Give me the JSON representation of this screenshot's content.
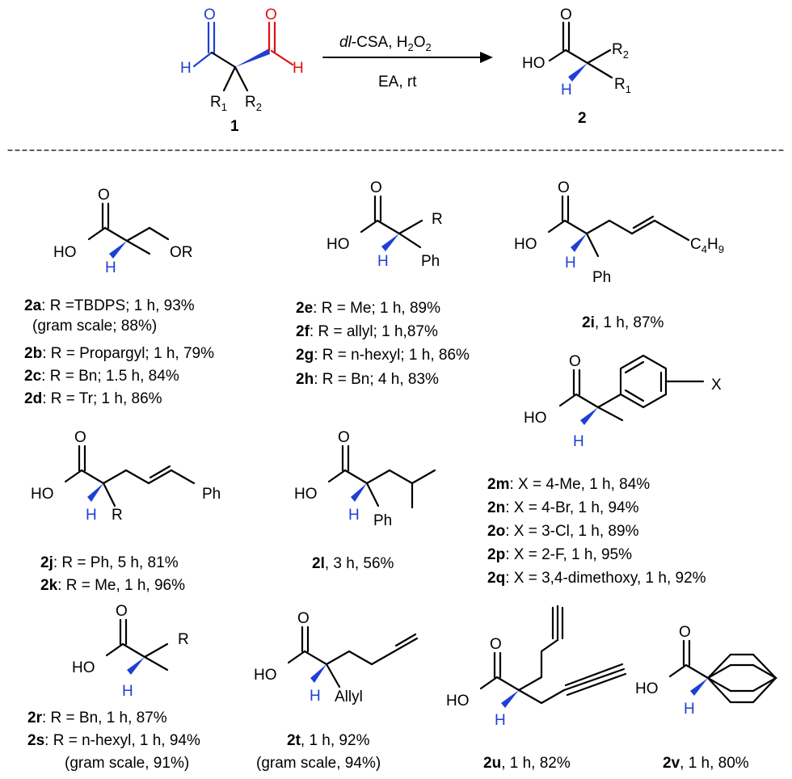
{
  "colors": {
    "black": "#000000",
    "blue": "#1f3fd6",
    "red": "#e01010"
  },
  "scheme": {
    "reagents_top_italic": "dl",
    "reagents_top_rest": "-CSA, H",
    "reagents_top_sub": "2",
    "reagents_top_o": "O",
    "reagents_top_sub2": "2",
    "reagents_bottom": "EA, rt",
    "sm": {
      "O1": "O",
      "O2": "O",
      "H1": "H",
      "H2": "H",
      "R1": "R",
      "R1s": "1",
      "R2": "R",
      "R2s": "2",
      "num": "1"
    },
    "pr": {
      "O": "O",
      "HO": "HO",
      "H": "H",
      "R2": "R",
      "R2s": "2",
      "R1": "R",
      "R1s": "1",
      "num": "2"
    }
  },
  "labels": {
    "O": "O",
    "HO": "HO",
    "H": "H",
    "Ph": "Ph",
    "R": "R",
    "OR": "OR",
    "X": "X",
    "C4H9_c": "C",
    "C4H9_4": "4",
    "C4H9_h": "H",
    "C4H9_9": "9",
    "Allyl": "Allyl"
  },
  "captions": {
    "a": [
      "2a",
      ": R =TBDPS; 1 h, 93%"
    ],
    "a2": "(gram scale;  88%)",
    "b": [
      "2b",
      ": R = Propargyl; 1 h, 79%"
    ],
    "c": [
      "2c",
      ": R = Bn; 1.5 h, 84%"
    ],
    "d": [
      "2d",
      ": R = Tr; 1 h, 86%"
    ],
    "e": [
      "2e",
      ": R = Me; 1 h, 89%"
    ],
    "f": [
      "2f",
      ": R = allyl; 1 h,87%"
    ],
    "g": [
      "2g",
      ": R = n-hexyl; 1 h, 86%"
    ],
    "h": [
      "2h",
      ": R = Bn; 4 h, 83%"
    ],
    "i": [
      "2i",
      ", 1 h, 87%"
    ],
    "j": [
      "2j",
      ": R = Ph, 5 h, 81%"
    ],
    "k": [
      "2k",
      ": R = Me, 1 h, 96%"
    ],
    "l": [
      "2l",
      ", 3 h, 56%"
    ],
    "m": [
      "2m",
      ": X = 4-Me, 1 h, 84%"
    ],
    "n": [
      "2n",
      ": X = 4-Br, 1 h, 94%"
    ],
    "o": [
      "2o",
      ": X = 3-Cl, 1 h, 89%"
    ],
    "p": [
      "2p",
      ": X = 2-F, 1 h, 95%"
    ],
    "q": [
      "2q",
      ": X = 3,4-dimethoxy, 1 h, 92%"
    ],
    "r": [
      "2r",
      ": R = Bn, 1 h, 87%"
    ],
    "s": [
      "2s",
      ": R = n-hexyl, 1 h, 94%"
    ],
    "s2": "(gram scale, 91%)",
    "t": [
      "2t",
      ", 1 h, 92%"
    ],
    "t2": "(gram scale, 94%)",
    "u": [
      "2u",
      ", 1 h, 82%"
    ],
    "v": [
      "2v",
      ", 1 h, 80%"
    ]
  }
}
